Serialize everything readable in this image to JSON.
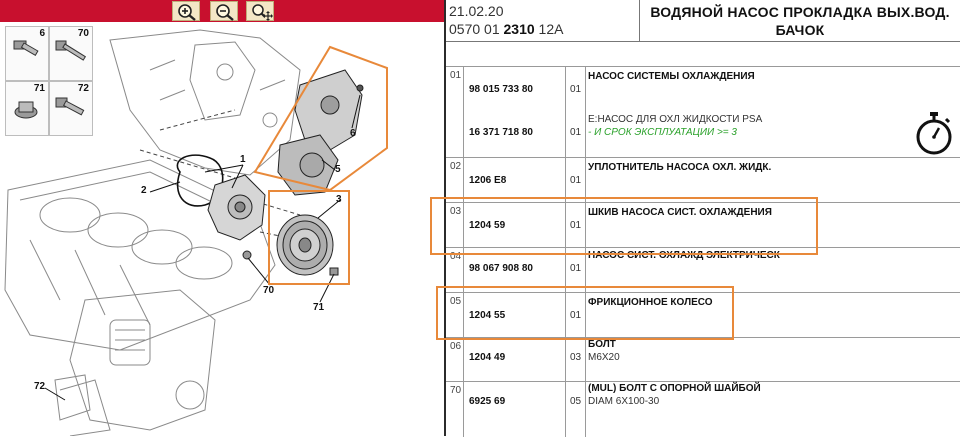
{
  "toolbar": {
    "buttons": [
      {
        "name": "zoom-in-icon",
        "symbol": "+"
      },
      {
        "name": "zoom-out-icon",
        "symbol": "−"
      },
      {
        "name": "zoom-fit-icon",
        "symbol": "⤢"
      }
    ]
  },
  "diagram": {
    "thumbs": [
      "6",
      "70",
      "71",
      "72"
    ],
    "callouts": [
      "1",
      "2",
      "3",
      "5",
      "6",
      "70",
      "71",
      "72"
    ]
  },
  "header": {
    "date": "21.02.20",
    "code_prefix": "0570 01 ",
    "code_bold": "2310",
    "code_suffix": " 12A",
    "title_line1": "ВОДЯНОЙ НАСОС ПРОКЛАДКА ВЫХ.ВОД.",
    "title_line2": "БАЧОК"
  },
  "rows": [
    {
      "num": "01",
      "ref": "98 015 733 80",
      "qty": "01",
      "desc": "НАСОС СИСТЕМЫ ОХЛАЖДЕНИЯ"
    },
    {
      "num": "",
      "ref": "16 371 718 80",
      "qty": "01",
      "desc": "E:НАСОС ДЛЯ ОХЛ ЖИДКОСТИ PSA",
      "note": "- И СРОК ЭКСПЛУАТАЦИИ >= 3"
    },
    {
      "num": "02",
      "ref": "1206 E8",
      "qty": "01",
      "desc": "УПЛОТНИТЕЛЬ НАСОСА ОХЛ. ЖИДК."
    },
    {
      "num": "03",
      "ref": "1204 59",
      "qty": "01",
      "desc": "ШКИВ НАСОСА СИСТ. ОХЛАЖДЕНИЯ"
    },
    {
      "num": "04",
      "ref": "98 067 908 80",
      "qty": "01",
      "desc": "НАСОС СИСТ. ОХЛАЖД ЭЛЕКТРИЧЕСК"
    },
    {
      "num": "05",
      "ref": "1204 55",
      "qty": "01",
      "desc": "ФРИКЦИОННОЕ КОЛЕСО"
    },
    {
      "num": "06",
      "ref": "1204 49",
      "qty": "03",
      "desc": "БОЛТ",
      "sub": "M6X20"
    },
    {
      "num": "70",
      "ref": "6925 69",
      "qty": "05",
      "desc": "(MUL) БОЛТ С ОПОРНОЙ ШАЙБОЙ",
      "sub": "DIAM 6X100-30"
    }
  ],
  "colors": {
    "toolbar_red": "#c8102e",
    "highlight_orange": "#e8893a",
    "note_green": "#2aa12a"
  }
}
